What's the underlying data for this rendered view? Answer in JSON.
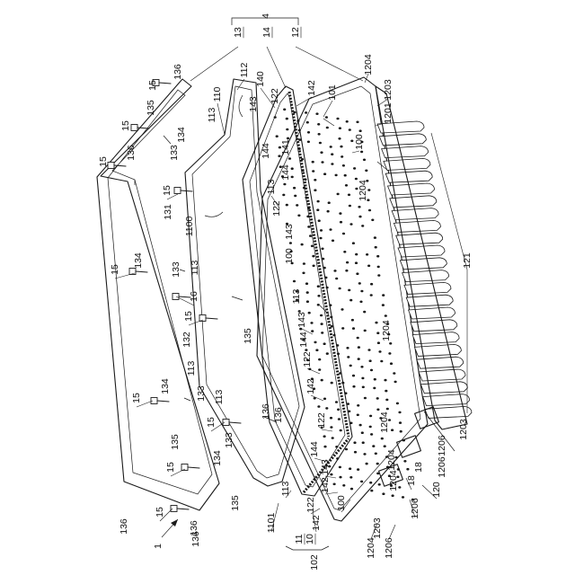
{
  "figure": {
    "labels": [
      {
        "id": "l-13",
        "text": "13",
        "underline": true
      },
      {
        "id": "l-14",
        "text": "14",
        "underline": true
      },
      {
        "id": "l-12",
        "text": "12",
        "underline": true
      },
      {
        "id": "l-4",
        "text": "4"
      },
      {
        "id": "l-136a",
        "text": "136"
      },
      {
        "id": "l-15a",
        "text": "15"
      },
      {
        "id": "l-15b",
        "text": "15"
      },
      {
        "id": "l-15c",
        "text": "15"
      },
      {
        "id": "l-15d",
        "text": "15"
      },
      {
        "id": "l-15e",
        "text": "15"
      },
      {
        "id": "l-15f",
        "text": "15"
      },
      {
        "id": "l-15g",
        "text": "15"
      },
      {
        "id": "l-15h",
        "text": "15"
      },
      {
        "id": "l-15i",
        "text": "15"
      },
      {
        "id": "l-15j",
        "text": "15"
      },
      {
        "id": "l-136b",
        "text": "136"
      },
      {
        "id": "l-136c",
        "text": "136"
      },
      {
        "id": "l-136d",
        "text": "136"
      },
      {
        "id": "l-136e",
        "text": "136"
      },
      {
        "id": "l-110",
        "text": "110"
      },
      {
        "id": "l-112",
        "text": "112"
      },
      {
        "id": "l-140",
        "text": "140"
      },
      {
        "id": "l-142a",
        "text": "142"
      },
      {
        "id": "l-143a",
        "text": "143"
      },
      {
        "id": "l-122a",
        "text": "122"
      },
      {
        "id": "l-113a",
        "text": "113"
      },
      {
        "id": "l-135a",
        "text": "135"
      },
      {
        "id": "l-134a",
        "text": "134"
      },
      {
        "id": "l-133a",
        "text": "133"
      },
      {
        "id": "l-144a",
        "text": "144"
      },
      {
        "id": "l-141",
        "text": "141"
      },
      {
        "id": "l-101",
        "text": "101"
      },
      {
        "id": "l-1204a",
        "text": "1204"
      },
      {
        "id": "l-1203a",
        "text": "1203"
      },
      {
        "id": "l-1201",
        "text": "1201"
      },
      {
        "id": "l-100a",
        "text": "100"
      },
      {
        "id": "l-1204b",
        "text": "1204"
      },
      {
        "id": "l-113b",
        "text": "113"
      },
      {
        "id": "l-144b",
        "text": "144"
      },
      {
        "id": "l-122b",
        "text": "122"
      },
      {
        "id": "l-143b",
        "text": "143"
      },
      {
        "id": "l-100b",
        "text": "100"
      },
      {
        "id": "l-131",
        "text": "131"
      },
      {
        "id": "l-1100",
        "text": "1100"
      },
      {
        "id": "l-113c",
        "text": "113"
      },
      {
        "id": "l-134b",
        "text": "134"
      },
      {
        "id": "l-133b",
        "text": "133"
      },
      {
        "id": "l-16",
        "text": "16"
      },
      {
        "id": "l-113d",
        "text": "113"
      },
      {
        "id": "l-143c",
        "text": "143"
      },
      {
        "id": "l-113e",
        "text": "113"
      },
      {
        "id": "l-121",
        "text": "121"
      },
      {
        "id": "l-132",
        "text": "132"
      },
      {
        "id": "l-135b",
        "text": "135"
      },
      {
        "id": "l-144c",
        "text": "144"
      },
      {
        "id": "l-122c",
        "text": "122"
      },
      {
        "id": "l-1204c",
        "text": "1204"
      },
      {
        "id": "l-134c",
        "text": "134"
      },
      {
        "id": "l-133c",
        "text": "133"
      },
      {
        "id": "l-113f",
        "text": "113"
      },
      {
        "id": "l-142b",
        "text": "142"
      },
      {
        "id": "l-136f",
        "text": "136"
      },
      {
        "id": "l-122d",
        "text": "122"
      },
      {
        "id": "l-1204d",
        "text": "1204"
      },
      {
        "id": "l-1203b",
        "text": "1203"
      },
      {
        "id": "l-135c",
        "text": "135"
      },
      {
        "id": "l-134d",
        "text": "134"
      },
      {
        "id": "l-133d",
        "text": "133"
      },
      {
        "id": "l-144d",
        "text": "144"
      },
      {
        "id": "l-143d",
        "text": "143"
      },
      {
        "id": "l-1204e",
        "text": "1204"
      },
      {
        "id": "l-1206a",
        "text": "1206"
      },
      {
        "id": "l-142c",
        "text": "142"
      },
      {
        "id": "l-18a",
        "text": "18"
      },
      {
        "id": "l-1206b",
        "text": "1206"
      },
      {
        "id": "l-113g",
        "text": "113"
      },
      {
        "id": "l-122e",
        "text": "122"
      },
      {
        "id": "l-1204f",
        "text": "1204"
      },
      {
        "id": "l-18b",
        "text": "18"
      },
      {
        "id": "l-120",
        "text": "120"
      },
      {
        "id": "l-100c",
        "text": "100"
      },
      {
        "id": "l-1206c",
        "text": "1206"
      },
      {
        "id": "l-135d",
        "text": "135"
      },
      {
        "id": "l-142d",
        "text": "142"
      },
      {
        "id": "l-1203c",
        "text": "1203"
      },
      {
        "id": "l-1101",
        "text": "1101"
      },
      {
        "id": "l-136g",
        "text": "136"
      },
      {
        "id": "l-1204g",
        "text": "1204"
      },
      {
        "id": "l-1206d",
        "text": "1206"
      },
      {
        "id": "l-11",
        "text": "11",
        "underline": true
      },
      {
        "id": "l-10",
        "text": "10",
        "underline": true
      },
      {
        "id": "l-102",
        "text": "102"
      },
      {
        "id": "l-1",
        "text": "1"
      }
    ]
  }
}
